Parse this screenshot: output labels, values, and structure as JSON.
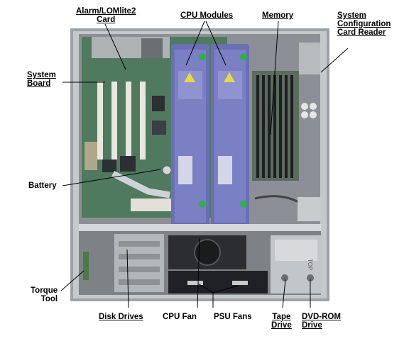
{
  "labels": {
    "alarm_line1": "Alarm/LOMlite2",
    "alarm_line2": "Card",
    "cpu_modules": "CPU Modules",
    "memory": "Memory",
    "sys_config_line1": "System",
    "sys_config_line2": "Configuration",
    "sys_config_line3": "Card Reader",
    "system_board_line1": "System",
    "system_board_line2": "Board",
    "battery": "Battery",
    "torque_line1": "Torque",
    "torque_line2": "Tool",
    "disk_drives": "Disk Drives",
    "cpu_fan": "CPU Fan",
    "psu_fans": "PSU Fans",
    "tape_line1": "Tape",
    "tape_line2": "Drive",
    "dvd_line1": "DVD-ROM",
    "dvd_line2": "Drive"
  },
  "photo": {
    "tray_label": "TOP"
  },
  "colors": {
    "chassis": "#b9bcc0",
    "cpu_module": "#6b6fb5",
    "pcb": "#3f6f55",
    "leader_line": "#000000"
  }
}
